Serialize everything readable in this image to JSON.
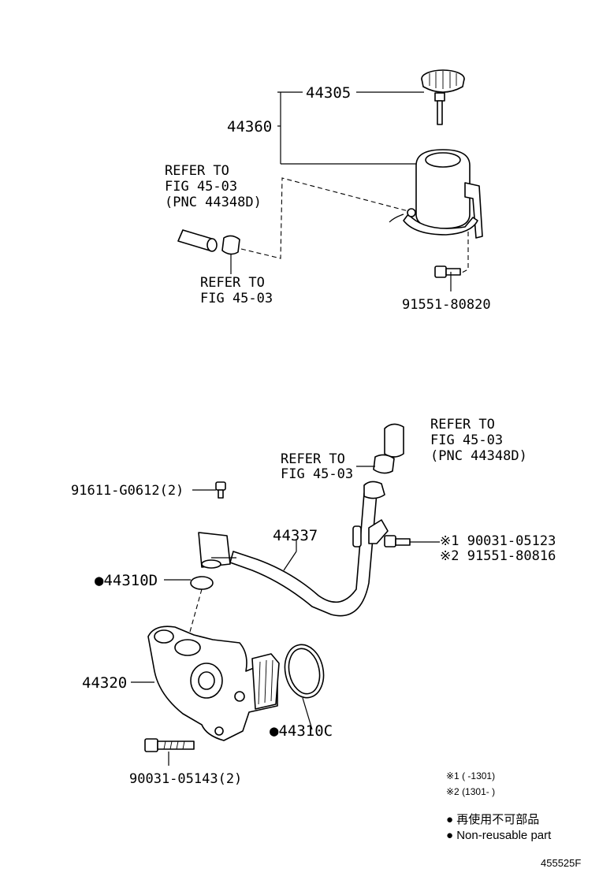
{
  "parts": {
    "p44305": "44305",
    "p44360": "44360",
    "p91551_80820": "91551-80820",
    "p91611": "91611-G0612(2)",
    "p44310D": "●44310D",
    "p44337": "44337",
    "p90031_05123": "※1 90031-05123",
    "p91551_80816": "※2 91551-80816",
    "p44320": "44320",
    "p44310C": "●44310C",
    "p90031_05143": "90031-05143(2)"
  },
  "refs": {
    "top_left": [
      "REFER TO",
      "FIG 45-03",
      "(PNC 44348D)"
    ],
    "top_small": [
      "REFER TO",
      "FIG 45-03"
    ],
    "mid_right": [
      "REFER TO",
      "FIG 45-03",
      "(PNC 44348D)"
    ],
    "mid_left": [
      "REFER TO",
      "FIG 45-03"
    ]
  },
  "notes": {
    "n1": "※1 (      -1301)",
    "n2": "※2 (1301-      )"
  },
  "legend": {
    "jp": "● 再使用不可部品",
    "en": "● Non-reusable part"
  },
  "figure_code": "455525F"
}
